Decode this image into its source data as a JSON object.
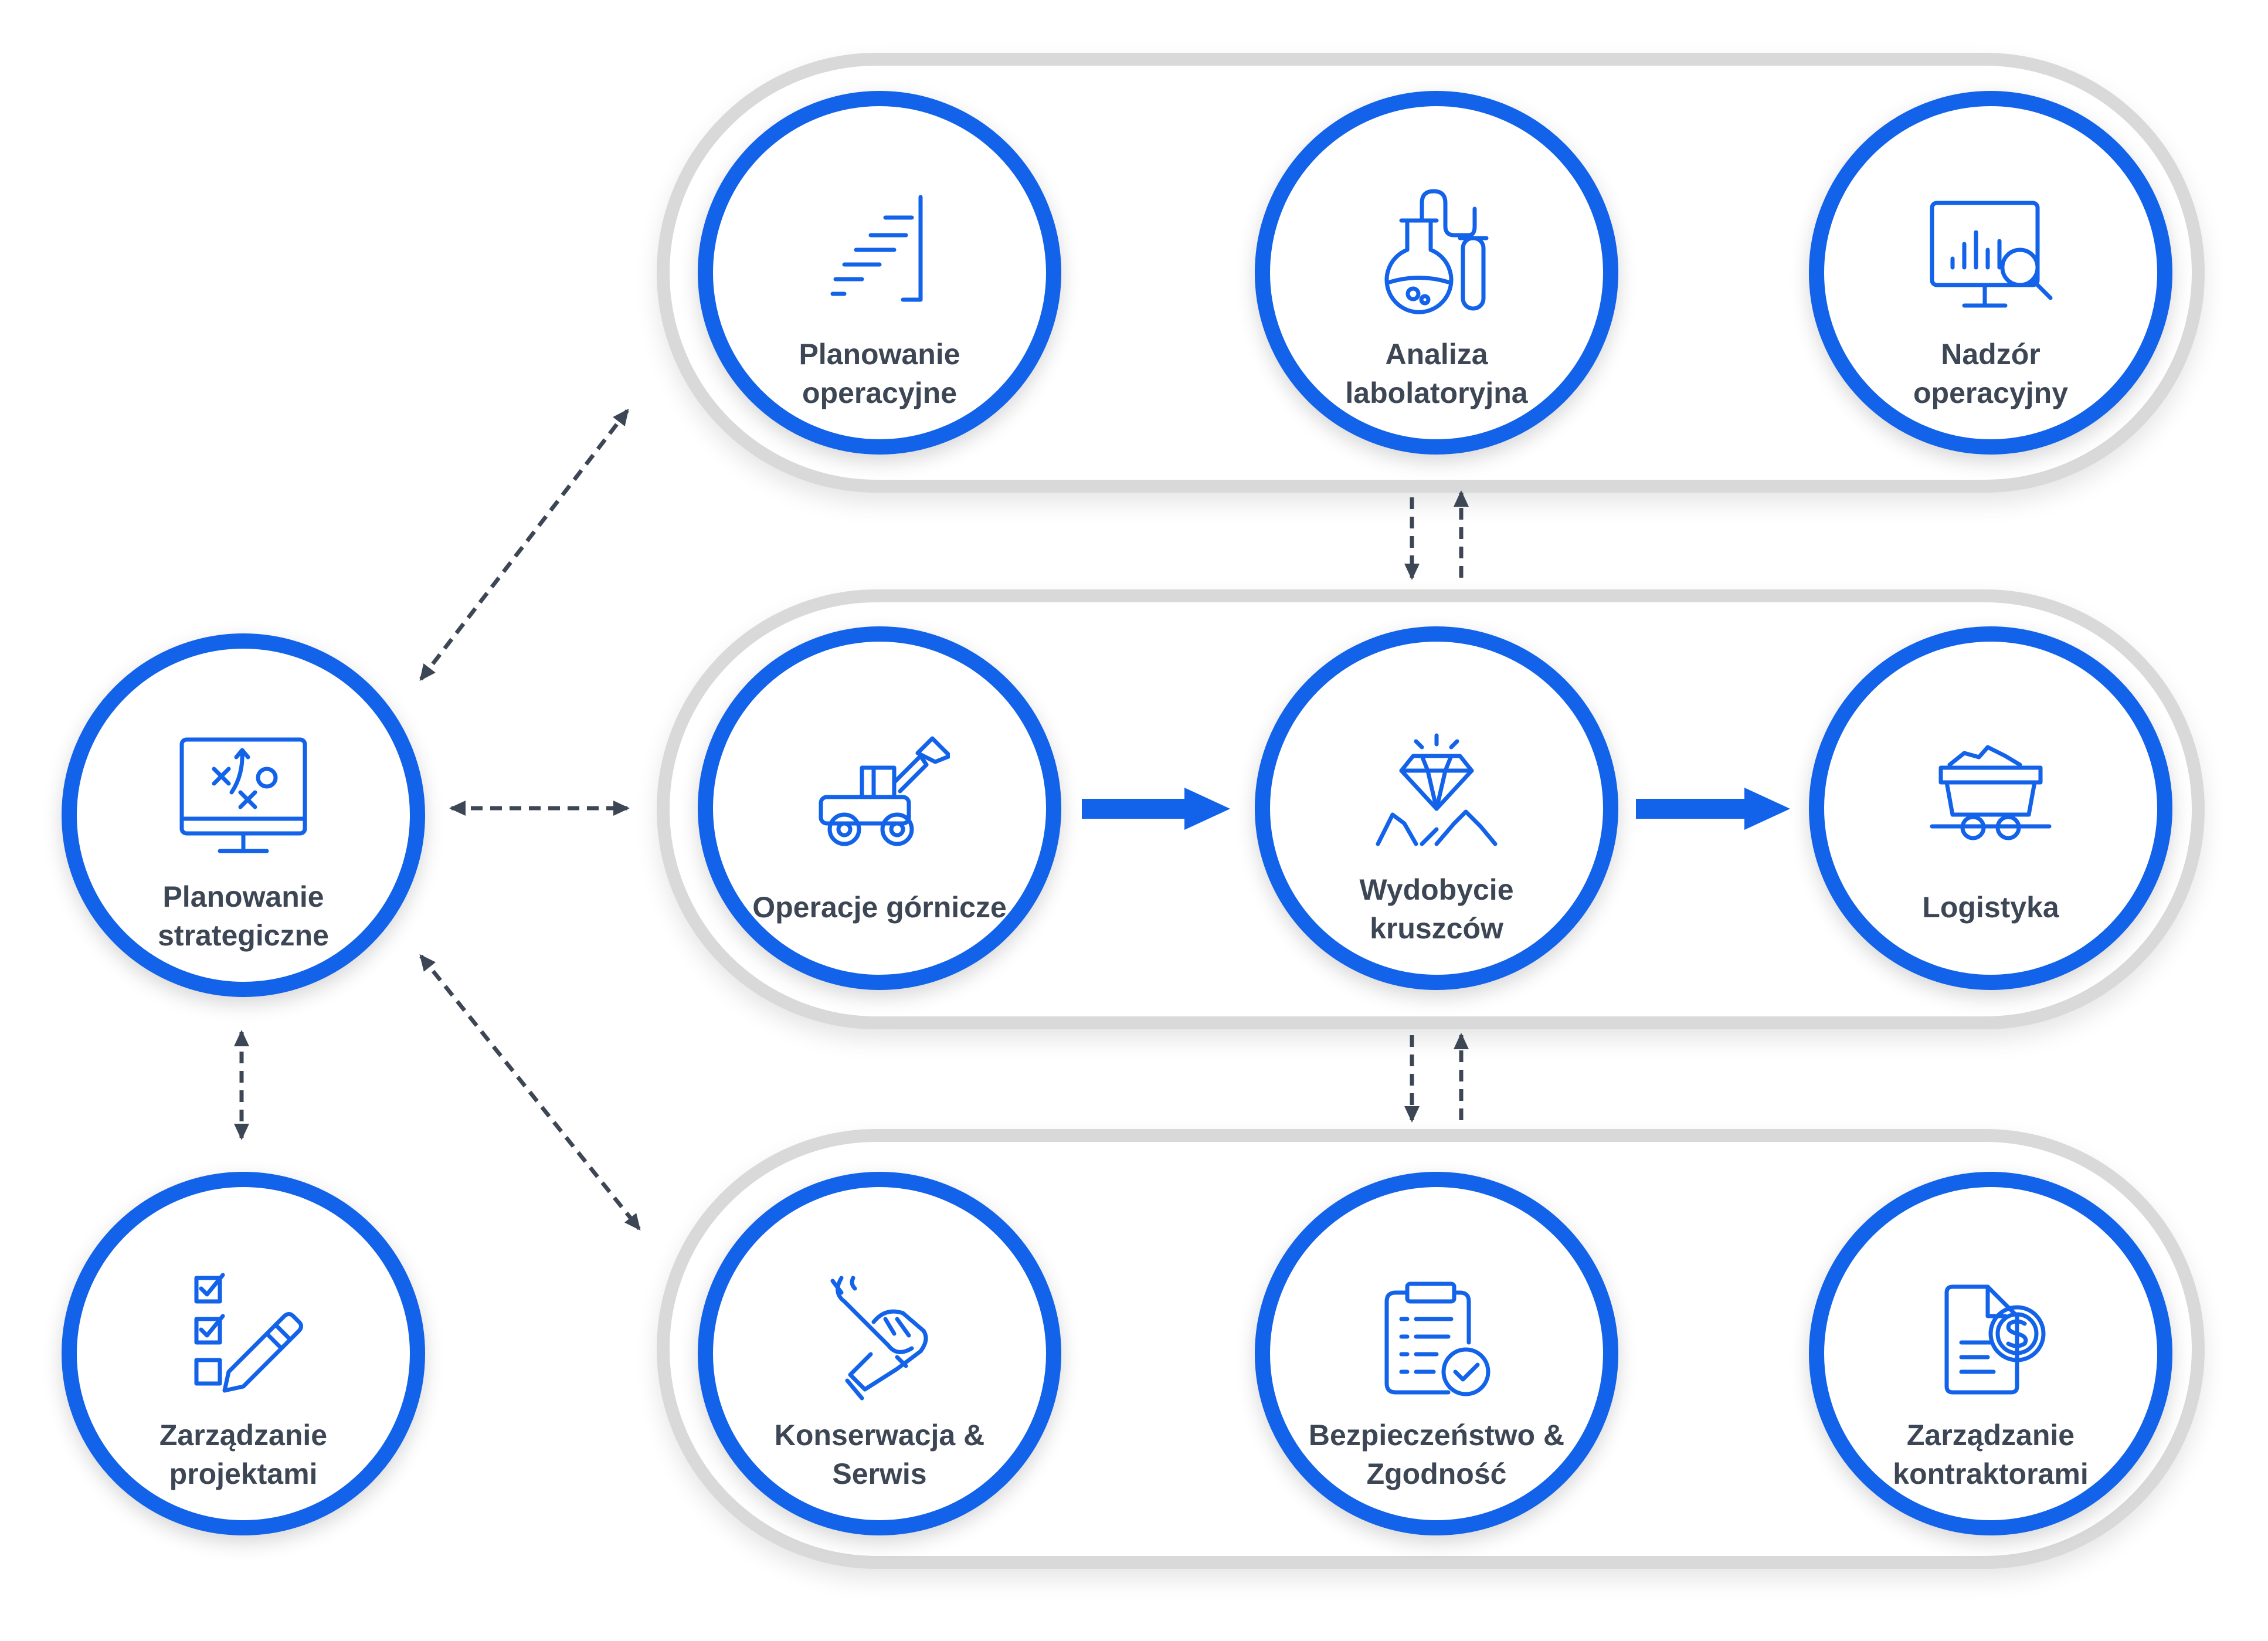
{
  "colors": {
    "accent": "#1262ea",
    "pill_border": "#d9d9d9",
    "text": "#3d4654",
    "arrow_dashed": "#3d4654"
  },
  "nodes": {
    "planowanie_operacyjne": {
      "label": "Planowanie\noperacyjne",
      "icon": "stairs-chart-icon"
    },
    "analiza_labolatoryjna": {
      "label": "Analiza\nlabolatoryjna",
      "icon": "lab-flask-icon"
    },
    "nadzor_operacyjny": {
      "label": "Nadzór\noperacyjny",
      "icon": "monitor-analytics-icon"
    },
    "operacje_gornicze": {
      "label": "Operacje górnicze",
      "icon": "excavator-icon"
    },
    "wydobycie_kruszcow": {
      "label": "Wydobycie\nkruszców",
      "icon": "diamond-mountains-icon"
    },
    "logistyka": {
      "label": "Logistyka",
      "icon": "mine-cart-icon"
    },
    "planowanie_strategiczne": {
      "label": "Planowanie\nstrategiczne",
      "icon": "strategy-board-icon"
    },
    "zarzadzanie_projektami": {
      "label": "Zarządzanie\nprojektami",
      "icon": "checklist-pencil-icon"
    },
    "konserwacja_serwis": {
      "label": "Konserwacja &\nSerwis",
      "icon": "wrench-hand-icon"
    },
    "bezpieczenstwo_zgodnosc": {
      "label": "Bezpieczeństwo &\nZgodność",
      "icon": "clipboard-check-icon"
    },
    "zarzadzanie_kontraktorami": {
      "label": "Zarządzanie\nkontraktorami",
      "icon": "document-dollar-icon"
    }
  }
}
